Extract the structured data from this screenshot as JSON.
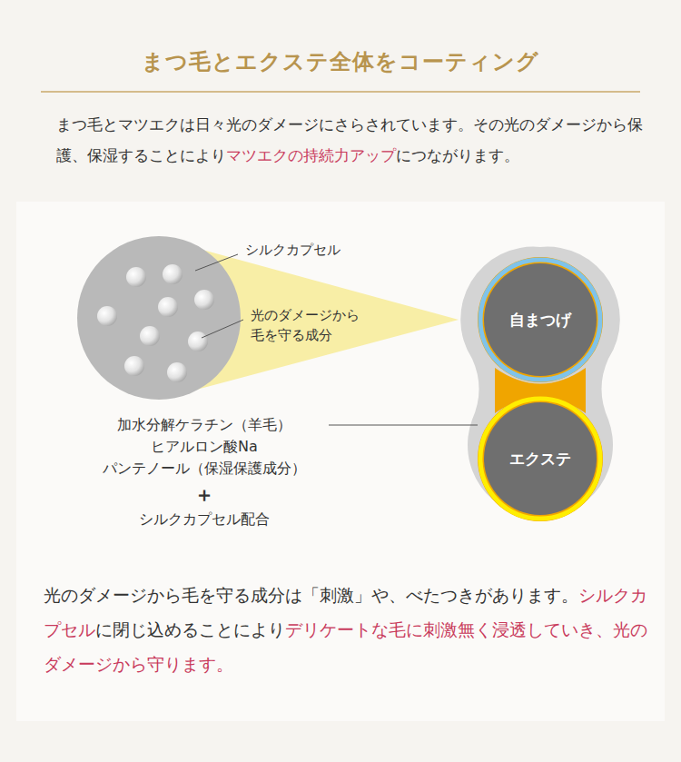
{
  "diagram": {
    "title": "まつ毛とエクステ全体をコーティング",
    "nodes": [
      {
        "text": [
          "自まつげ"
        ]
      },
      {
        "text": [
          "エクステ"
        ]
      }
    ],
    "labels": [
      "まつ毛とマツエクは日々光のダメージにさらされています。その光のダメージから保護、保湿することにより",
      "マツエクの持続力アップ",
      "につながります。",
      "シルクカプセル",
      "光のダメージから 毛を守る成分",
      "加水分解ケラチン（羊毛）",
      "ヒアルロン酸Na",
      "パンテノール（保湿保護成分）",
      "＋",
      "シルクカプセル配合",
      "光のダメージから毛を守る成分は「刺激」や、べたつきがあります。",
      "シルクカプセル",
      "に閉じ込めることにより",
      "デリケートな毛に刺激無く浸透していき、光のダメージから守ります。"
    ]
  }
}
